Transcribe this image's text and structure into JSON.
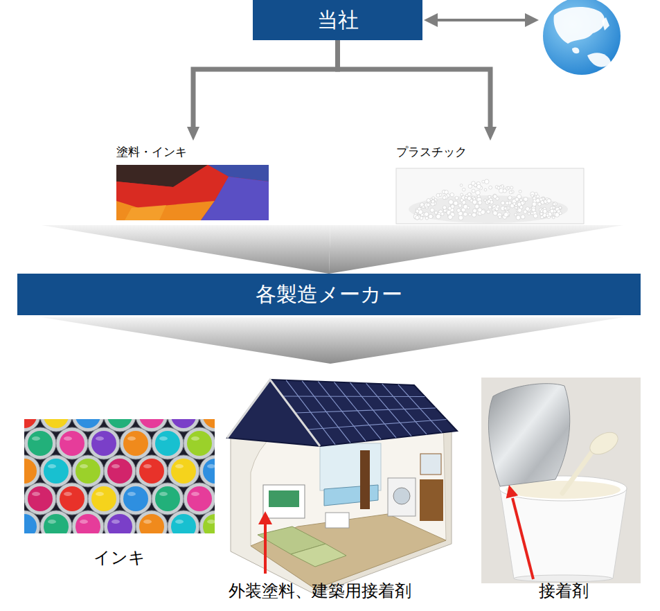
{
  "diagram": {
    "nodes": [
      {
        "text": [
          "当社"
        ]
      },
      {
        "text": [
          "塗料・インキ"
        ]
      },
      {
        "text": [
          "プラスチック"
        ]
      },
      {
        "text": [
          "各製造メーカー"
        ]
      }
    ],
    "edges": [
      {
        "from": 0,
        "to": 1,
        "arrow": "to"
      },
      {
        "from": 0,
        "to": 2,
        "arrow": "to"
      },
      {
        "from": 1,
        "to": 3,
        "arrow": "to"
      },
      {
        "from": 2,
        "to": 3,
        "arrow": "to"
      }
    ],
    "labels": [
      "インキ",
      "外装塗料、建築用接着剤",
      "接着剤"
    ]
  }
}
